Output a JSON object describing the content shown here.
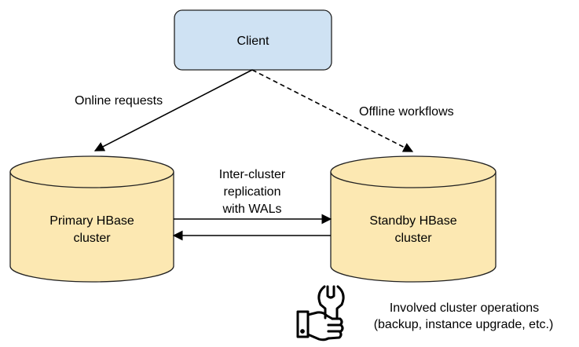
{
  "nodes": {
    "client": {
      "label": "Client",
      "fill": "#cfe2f3",
      "stroke": "#222222"
    },
    "primary": {
      "line1": "Primary HBase",
      "line2": "cluster",
      "fill": "#fce8b2",
      "stroke": "#222222"
    },
    "standby": {
      "line1": "Standby HBase",
      "line2": "cluster",
      "fill": "#fce8b2",
      "stroke": "#222222"
    }
  },
  "edges": {
    "online": {
      "label": "Online requests",
      "style": "solid"
    },
    "offline": {
      "label": "Offline workflows",
      "style": "dashed"
    },
    "replication": {
      "line1": "Inter-cluster",
      "line2": "replication",
      "line3": "with WALs",
      "style": "solid, bidirectional"
    }
  },
  "operations": {
    "icon": "hand-wrench-icon",
    "line1": "Involved cluster operations",
    "line2": "(backup, instance upgrade, etc.)"
  }
}
